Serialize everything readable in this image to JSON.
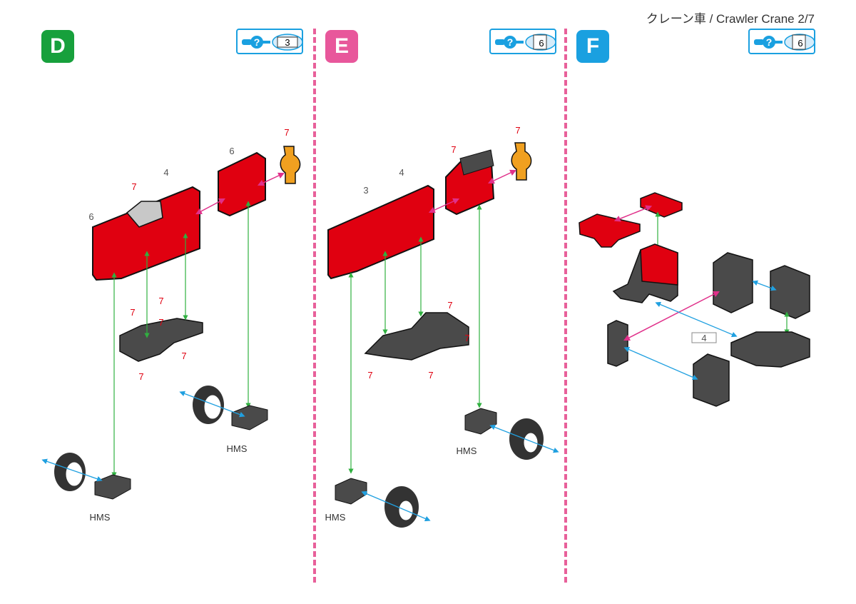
{
  "header": {
    "title": "クレーン車 / Crawler Crane  2/7"
  },
  "colors": {
    "step_d": "#17a03c",
    "step_e": "#e8579b",
    "step_f": "#1aa0e0",
    "red_part": "#e00010",
    "gray_part": "#4a4a4a",
    "orange_part": "#f0a020",
    "arrow_pink": "#e0308a",
    "arrow_green": "#30b040",
    "arrow_blue": "#20a0e0"
  },
  "panels": [
    {
      "step": "D",
      "help_number": "3",
      "labels": [
        "6",
        "7",
        "4",
        "6",
        "7",
        "7",
        "7",
        "7",
        "7",
        "7"
      ],
      "hms": [
        "HMS",
        "HMS"
      ]
    },
    {
      "step": "E",
      "help_number": "6",
      "labels": [
        "3",
        "4",
        "7",
        "7",
        "7",
        "7",
        "7",
        "7"
      ],
      "hms": [
        "HMS",
        "HMS"
      ]
    },
    {
      "step": "F",
      "help_number": "6",
      "labels": [
        "4"
      ]
    }
  ]
}
